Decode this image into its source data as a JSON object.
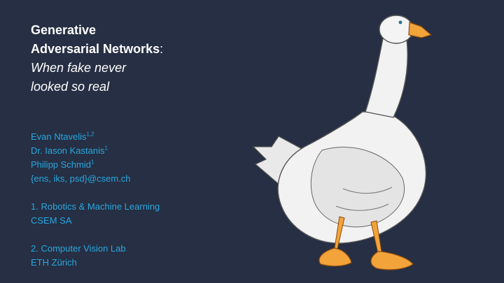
{
  "title": {
    "line1": "Generative",
    "line2_bold": "Adversarial Networks",
    "line2_colon": ":",
    "line3": "When fake never",
    "line4": "looked so real"
  },
  "authors": [
    {
      "name": "Evan Ntavelis",
      "sup": "1,2"
    },
    {
      "name": "Dr. Iason Kastanis",
      "sup": "1"
    },
    {
      "name": "Philipp Schmid",
      "sup": "1"
    }
  ],
  "email": "{ens, iks, psd}@csem.ch",
  "affiliations": [
    {
      "line1": "1. Robotics & Machine Learning",
      "line2": "CSEM SA"
    },
    {
      "line1": "2. Computer Vision Lab",
      "line2": "ETH Zürich"
    }
  ],
  "colors": {
    "background": "#262f43",
    "title_text": "#ffffff",
    "accent_text": "#2aa7e0",
    "goose_body": "#f2f2f2",
    "goose_beak_feet": "#f2a33a"
  },
  "illustration": "goose-illustration"
}
